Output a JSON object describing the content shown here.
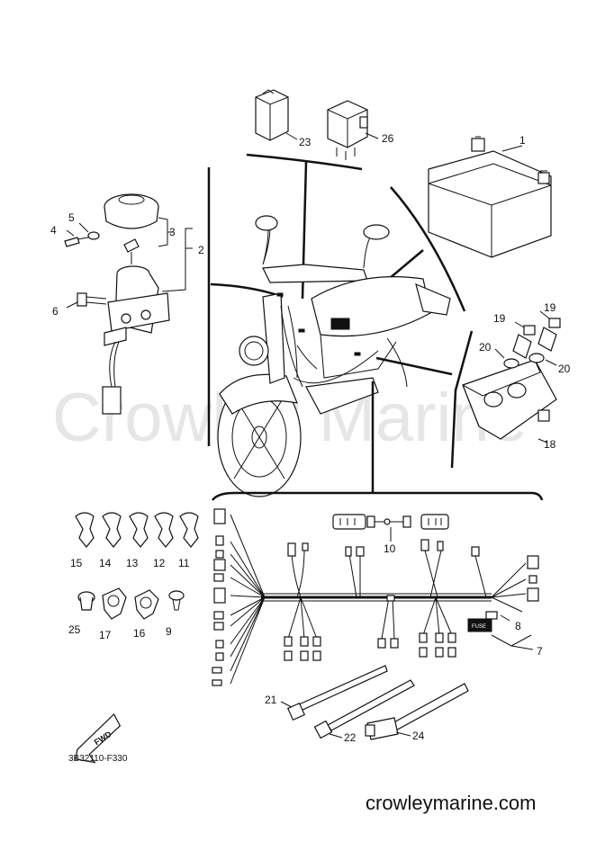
{
  "watermark": "Crowley Marine",
  "diagram_code": "3B32110-F330",
  "website": "crowleymarine.com",
  "fwd_label": "FWD",
  "fuse_label": "FUSE",
  "part_labels": {
    "p1": "1",
    "p2": "2",
    "p3": "3",
    "p4": "4",
    "p5": "5",
    "p6": "6",
    "p7": "7",
    "p8": "8",
    "p9": "9",
    "p10": "10",
    "p11": "11",
    "p12": "12",
    "p13": "13",
    "p14": "14",
    "p15": "15",
    "p16": "16",
    "p17": "17",
    "p18": "18",
    "p19a": "19",
    "p19b": "19",
    "p20a": "20",
    "p20b": "20",
    "p21": "21",
    "p22": "22",
    "p23": "23",
    "p24": "24",
    "p25": "25",
    "p26": "26"
  }
}
